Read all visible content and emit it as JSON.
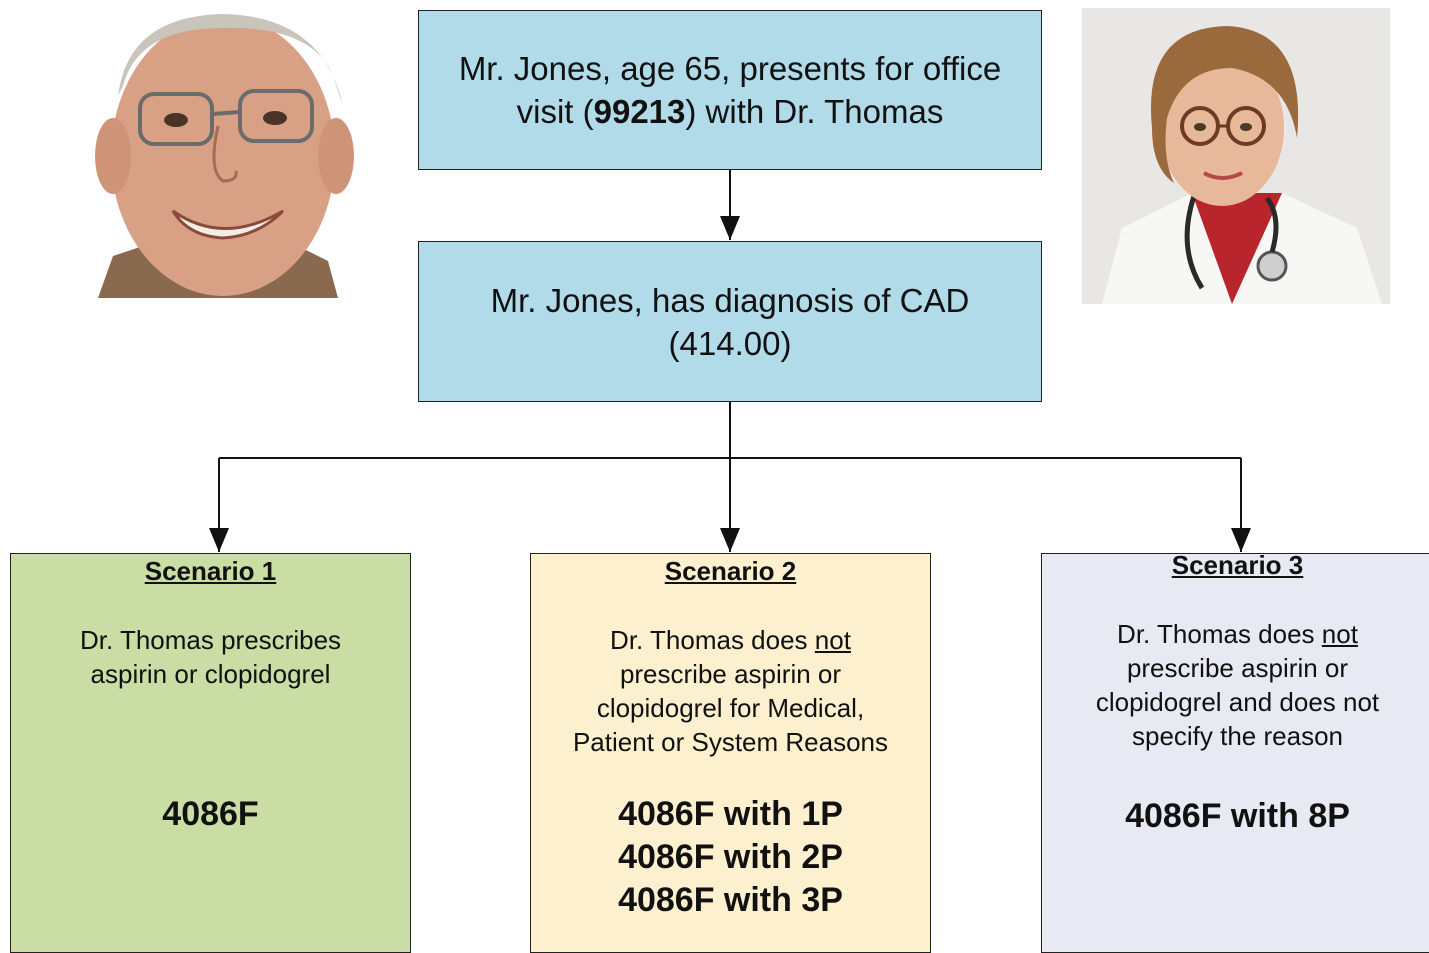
{
  "visit_box": {
    "line1": "Mr. Jones, age 65, presents for office",
    "line2_pre": "visit (",
    "line2_code": "99213",
    "line2_post": ") with Dr. Thomas"
  },
  "diagnosis_box": {
    "line1": "Mr. Jones, has diagnosis of CAD",
    "line2": "(414.00)"
  },
  "scenarios": [
    {
      "title": "Scenario 1",
      "desc_lines": [
        "Dr. Thomas prescribes",
        "aspirin or clopidogrel"
      ],
      "codes": [
        "4086F"
      ],
      "color": "#c9dda4"
    },
    {
      "title": "Scenario 2",
      "desc_line1_pre": "Dr. Thomas does ",
      "desc_line1_u": "not",
      "desc_lines": [
        "prescribe aspirin or",
        "clopidogrel for Medical,",
        "Patient or System Reasons"
      ],
      "codes": [
        "4086F with 1P",
        "4086F with 2P",
        "4086F with 3P"
      ],
      "color": "#fdf0cf"
    },
    {
      "title": "Scenario 3",
      "desc_line1_pre": "Dr. Thomas does ",
      "desc_line1_u": "not",
      "desc_lines": [
        "prescribe aspirin or",
        "clopidogrel and does not",
        "specify the reason"
      ],
      "codes": [
        "4086F with 8P"
      ],
      "color": "#e7eaf3"
    }
  ],
  "colors": {
    "top_box": "#b1dbe8",
    "lines": "#111111"
  }
}
